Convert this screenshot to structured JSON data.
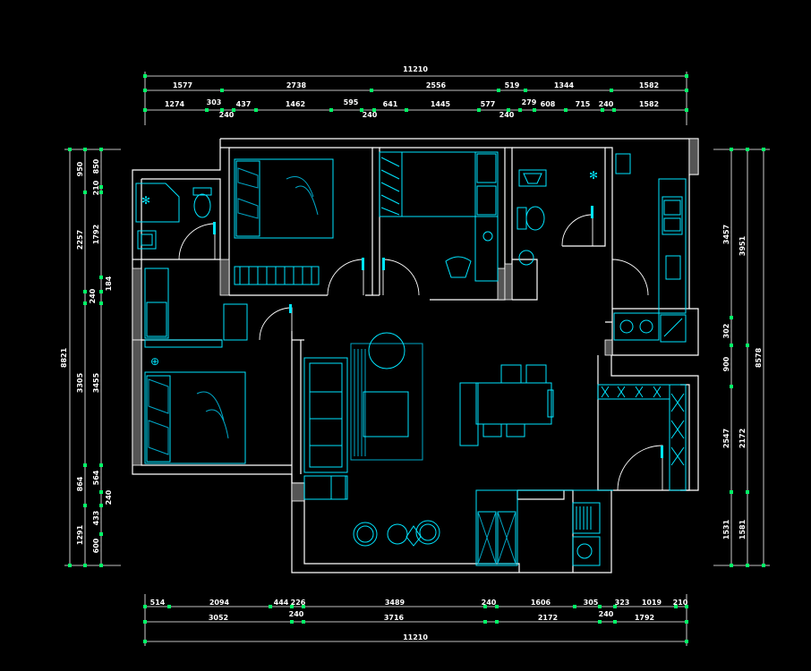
{
  "colors": {
    "background": "#000000",
    "walls": "#ffffff",
    "furniture": "#00e5ff",
    "furniture_dark": "#00a8c8",
    "dimension_lines": "#ffffff",
    "ticks": "#00ff66"
  },
  "dimensions": {
    "top": {
      "overall": "11210",
      "row1": [
        "1577",
        "2738",
        "2556",
        "519",
        "1344",
        "1582"
      ],
      "row2": [
        "1274",
        "303",
        "240",
        "437",
        "1462",
        "595",
        "240",
        "641",
        "1445",
        "577",
        "240",
        "279",
        "608",
        "715",
        "240",
        "1582"
      ]
    },
    "bottom": {
      "overall": "11210",
      "row1": [
        "514",
        "2094",
        "444",
        "226",
        "3489",
        "240",
        "1606",
        "305",
        "323",
        "1019",
        "210"
      ],
      "row2": [
        "3052",
        "240",
        "3716",
        "2172",
        "240",
        "1792"
      ]
    },
    "left": {
      "overall": "8821",
      "outer": [
        "950",
        "2257",
        "240",
        "3305",
        "864",
        "1291"
      ],
      "inner": [
        "850",
        "210",
        "1792",
        "184",
        "3455",
        "564",
        "240",
        "433",
        "600"
      ]
    },
    "right": {
      "overall": "8578",
      "outer": [
        "3951",
        "2172",
        "1581"
      ],
      "inner": [
        "3457",
        "302",
        "900",
        "2547",
        "1531"
      ]
    }
  }
}
